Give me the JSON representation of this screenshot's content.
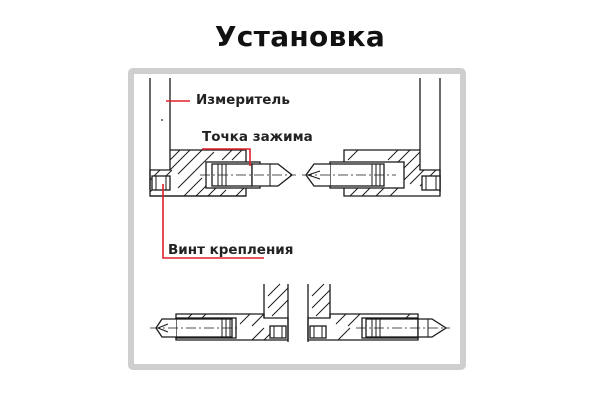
{
  "title": "Установка",
  "labels": {
    "meter": "Измеритель",
    "clamp_point": "Точка зажима",
    "fixing_screw": "Винт крепления"
  },
  "colors": {
    "leader": "#e0202a",
    "outline": "#1a1a1a",
    "frame": "#cfcfcf"
  }
}
